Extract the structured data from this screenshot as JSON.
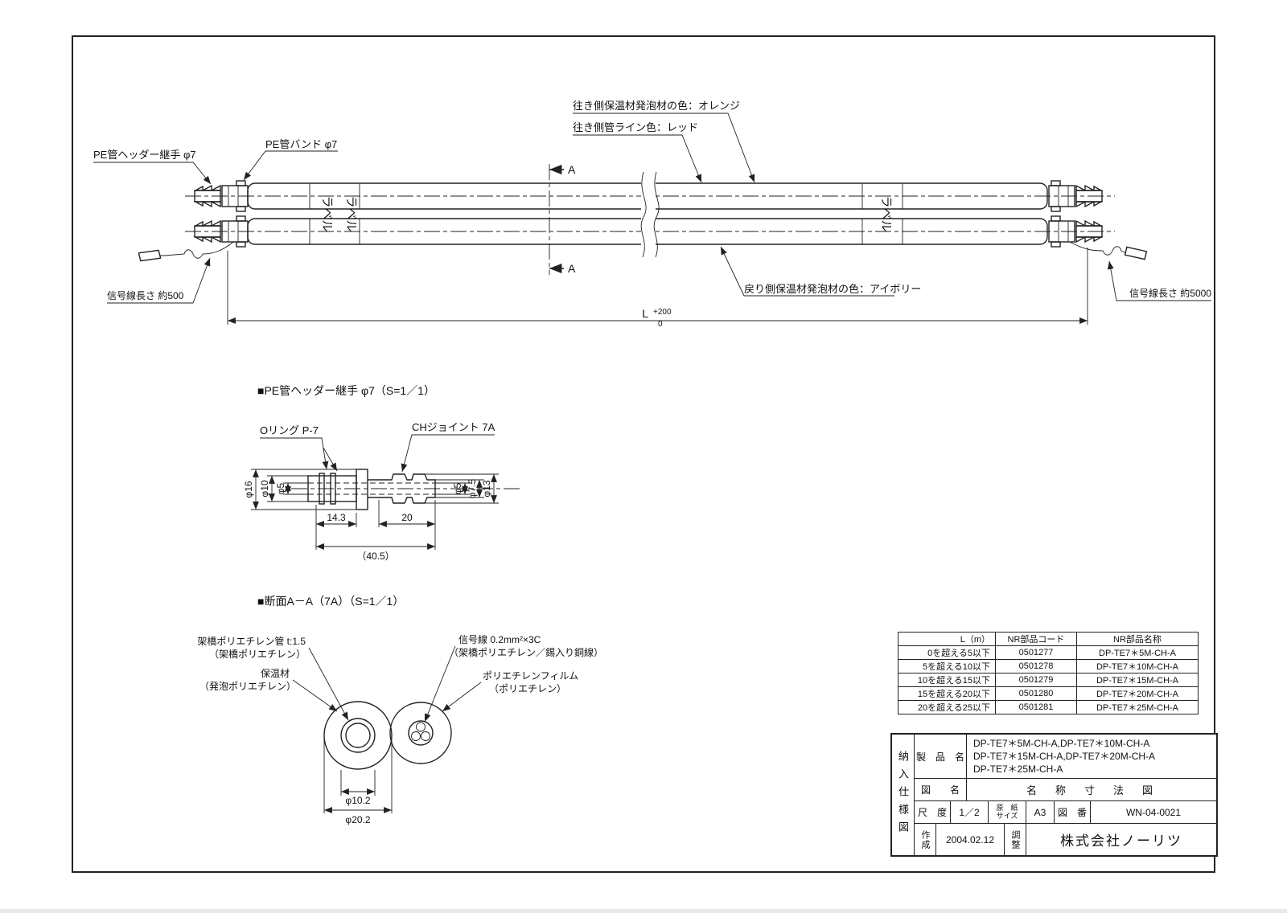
{
  "assembly": {
    "label_pe_header_fitting": "PE管ヘッダー継手 φ7",
    "label_pe_band": "PE管バンド φ7",
    "label_out_foam_color": "往き側保温材発泡材の色：オレンジ",
    "label_out_line_color": "往き側管ライン色：レッド",
    "label_return_foam_color": "戻り側保温材発泡材の色：アイボリー",
    "label_signal_length_left": "信号線長さ 約500",
    "label_signal_length_right": "信号線長さ 約5000",
    "section_mark_top": "A",
    "section_mark_bottom": "A",
    "pipe_label_1": "ラベル",
    "pipe_label_2": "ラベル",
    "pipe_label_3": "ラベル",
    "dim_length": "L",
    "dim_length_tol_upper": "+200",
    "dim_length_tol_lower": "0"
  },
  "fitting_detail": {
    "title": "■PE管ヘッダー継手 φ7（S=1／1）",
    "label_oring": "Oリング P-7",
    "label_ch_joint": "CHジョイント 7A",
    "dim_d16": "φ16",
    "dim_d10": "φ10",
    "dim_d5_left": "φ5",
    "dim_d5_right": "φ5",
    "dim_d7_5": "φ7.5",
    "dim_d13": "φ13",
    "dim_14_3": "14.3",
    "dim_20": "20",
    "dim_40_5": "（40.5）"
  },
  "section_detail": {
    "title": "■断面A－A（7A）（S=1／1）",
    "label_pipe": "架橋ポリエチレン管 t:1.5",
    "label_pipe_sub": "（架橋ポリエチレン）",
    "label_insulation": "保温材",
    "label_insulation_sub": "（発泡ポリエチレン）",
    "label_signal_wire": "信号線 0.2mm²×3C",
    "label_signal_wire_sub": "（架橋ポリエチレン／錫入り銅線）",
    "label_film": "ポリエチレンフィルム",
    "label_film_sub": "（ポリエチレン）",
    "dim_d10_2": "φ10.2",
    "dim_d20_2": "φ20.2"
  },
  "parts_table": {
    "headers": [
      "L（m）",
      "NR部品コード",
      "NR部品名称"
    ],
    "rows": [
      [
        "0を超える5以下",
        "0501277",
        "DP-TE7＊5M-CH-A"
      ],
      [
        "5を超える10以下",
        "0501278",
        "DP-TE7＊10M-CH-A"
      ],
      [
        "10を超える15以下",
        "0501279",
        "DP-TE7＊15M-CH-A"
      ],
      [
        "15を超える20以下",
        "0501280",
        "DP-TE7＊20M-CH-A"
      ],
      [
        "20を超える25以下",
        "0501281",
        "DP-TE7＊25M-CH-A"
      ]
    ]
  },
  "title_block": {
    "doc_type": "納入仕様図",
    "product_label": "製　品　名",
    "product_lines": [
      "DP-TE7＊5M-CH-A,DP-TE7＊10M-CH-A",
      "DP-TE7＊15M-CH-A,DP-TE7＊20M-CH-A",
      "DP-TE7＊25M-CH-A"
    ],
    "drawing_name_label": "図　　名",
    "drawing_name": "名　称　寸　法　図",
    "scale_label": "尺　度",
    "scale_value": "1／2",
    "paper_label_line1": "原　紙",
    "paper_label_line2": "サイズ",
    "paper_value": "A3",
    "drawing_no_label": "図　番",
    "drawing_no_value": "WN-04-0021",
    "created_label": "作成",
    "created_value": "2004.02.12",
    "adjusted_label": "調整",
    "company": "株式会社ノーリツ"
  }
}
